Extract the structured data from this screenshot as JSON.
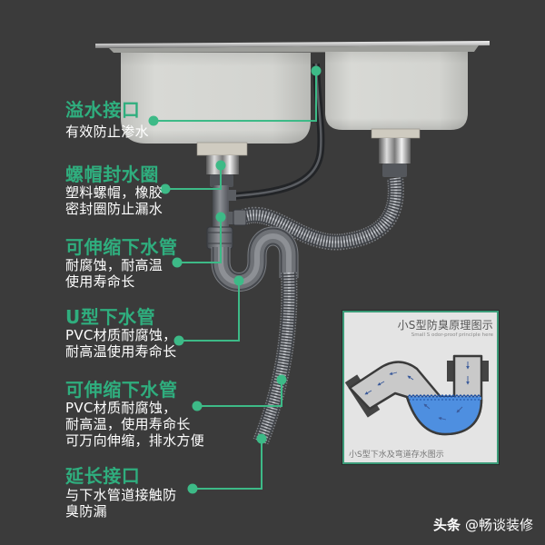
{
  "callouts": [
    {
      "title": "溢水接口",
      "lines": [
        "有效防止渗水"
      ]
    },
    {
      "title": "螺帽封水圈",
      "lines": [
        "塑料螺帽，橡胶",
        "密封圈防止漏水"
      ]
    },
    {
      "title": "可伸缩下水管",
      "lines": [
        "耐腐蚀，耐高温",
        "使用寿命长"
      ]
    },
    {
      "title": "U型下水管",
      "lines": [
        "PVC材质耐腐蚀，",
        "耐高温使用寿命长"
      ]
    },
    {
      "title": "可伸缩下水管",
      "lines": [
        "PVC材质耐腐蚀，",
        "耐高温，使用寿命长",
        "可万向伸缩，排水方便"
      ]
    },
    {
      "title": "延长接口",
      "lines": [
        "与下水管道接触防",
        "臭防漏"
      ]
    }
  ],
  "inset": {
    "title": "小S型防臭原理图示",
    "subtitle": "Small S odor-proof principle here",
    "caption": "小S型下水及弯道存水图示"
  },
  "watermark": {
    "brand": "头条",
    "handle": "@畅谈装修"
  },
  "colors": {
    "background": "#3b3b3b",
    "accent": "#3dba87",
    "title_green": "#2fae7e",
    "inset_border": "#3b9b78",
    "water": "#4e8fe0"
  }
}
